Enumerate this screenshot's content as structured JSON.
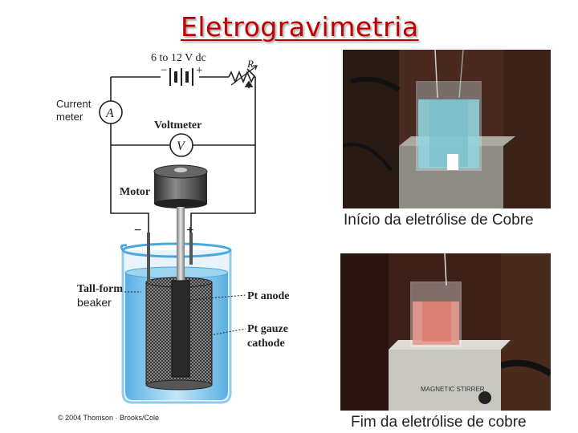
{
  "title": "Eletrogravimetria",
  "diagram": {
    "power_label": "6 to 12 V dc",
    "power_minus": "−",
    "power_plus": "+",
    "resistor_label": "R",
    "ammeter_symbol": "A",
    "ammeter_label_1": "Current",
    "ammeter_label_2": "meter",
    "voltmeter_label": "Voltmeter",
    "voltmeter_symbol": "V",
    "motor_label": "Motor",
    "electrode_minus": "−",
    "electrode_plus": "+",
    "beaker_label_1": "Tall-form",
    "beaker_label_2": "beaker",
    "anode_label": "Pt anode",
    "cathode_label_1": "Pt gauze",
    "cathode_label_2": "cathode",
    "copyright": "© 2004 Thomson · Brooks/Cole"
  },
  "photos": {
    "start_caption": "Início da eletrólise de Cobre",
    "end_caption": "Fim da eletrólise de cobre",
    "stirrer_label": "MAGNETIC STIRRER"
  },
  "colors": {
    "title": "#c00000",
    "solution_start": "#8fd3dd",
    "solution_end": "#e79a8f"
  }
}
